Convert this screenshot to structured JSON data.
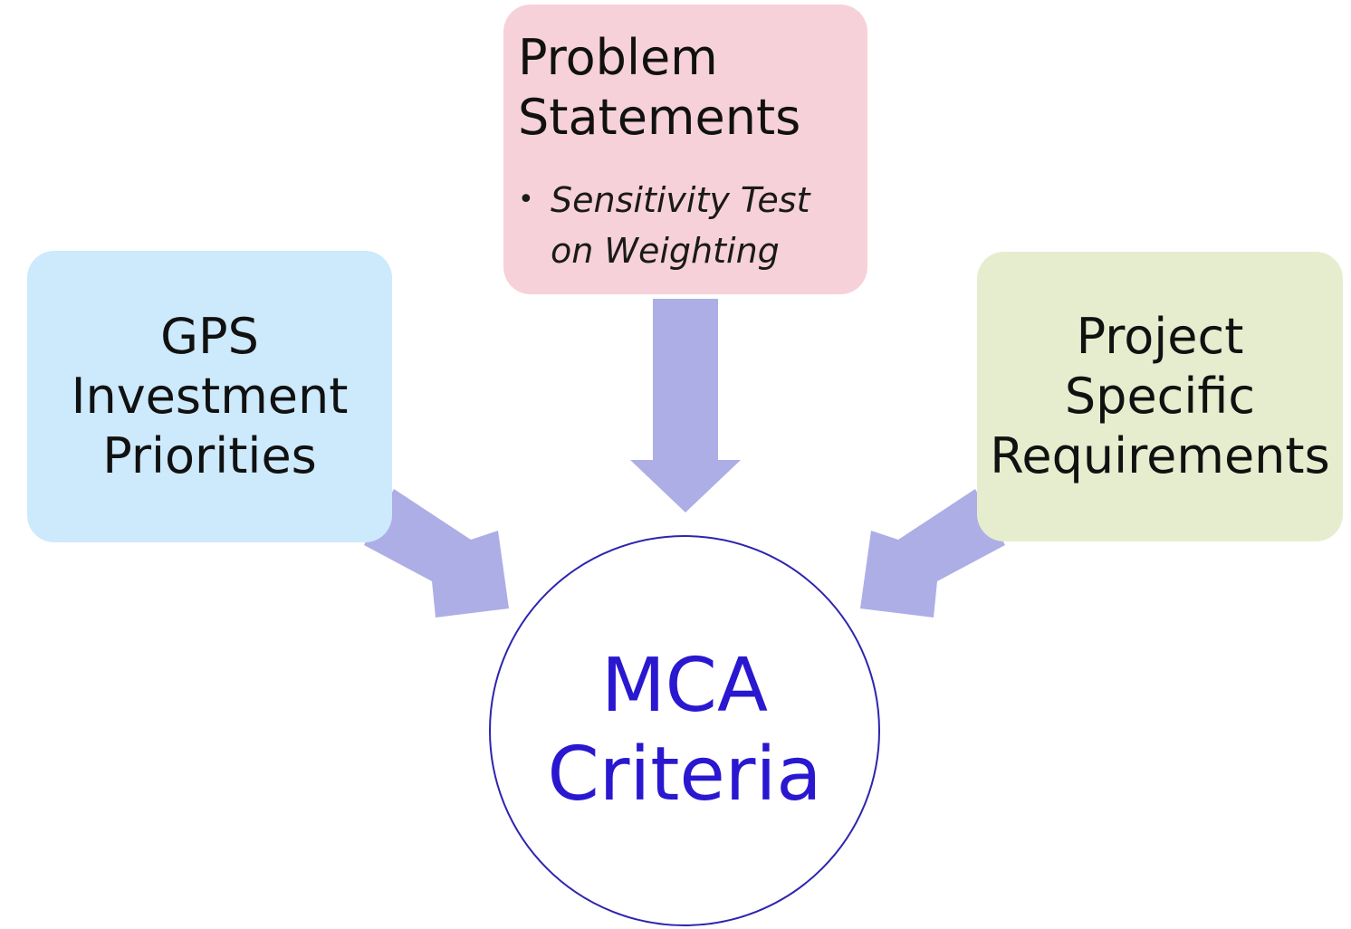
{
  "diagram": {
    "colors": {
      "gps_box": "#cdeafc",
      "problem_box": "#f7d1d9",
      "project_box": "#e6edcf",
      "arrow": "#aeaee6",
      "circle_border": "#2d24b0",
      "circle_text": "#2a18d0"
    },
    "gps": {
      "lines": [
        "GPS",
        "Investment",
        "Priorities"
      ]
    },
    "problem": {
      "title_lines": [
        "Problem",
        "Statements"
      ],
      "bullet_lines": [
        "Sensitivity Test",
        "on Weighting"
      ]
    },
    "project": {
      "lines": [
        "Project",
        "Specific",
        "Requirements"
      ]
    },
    "center": {
      "lines": [
        "MCA",
        "Criteria"
      ]
    }
  }
}
